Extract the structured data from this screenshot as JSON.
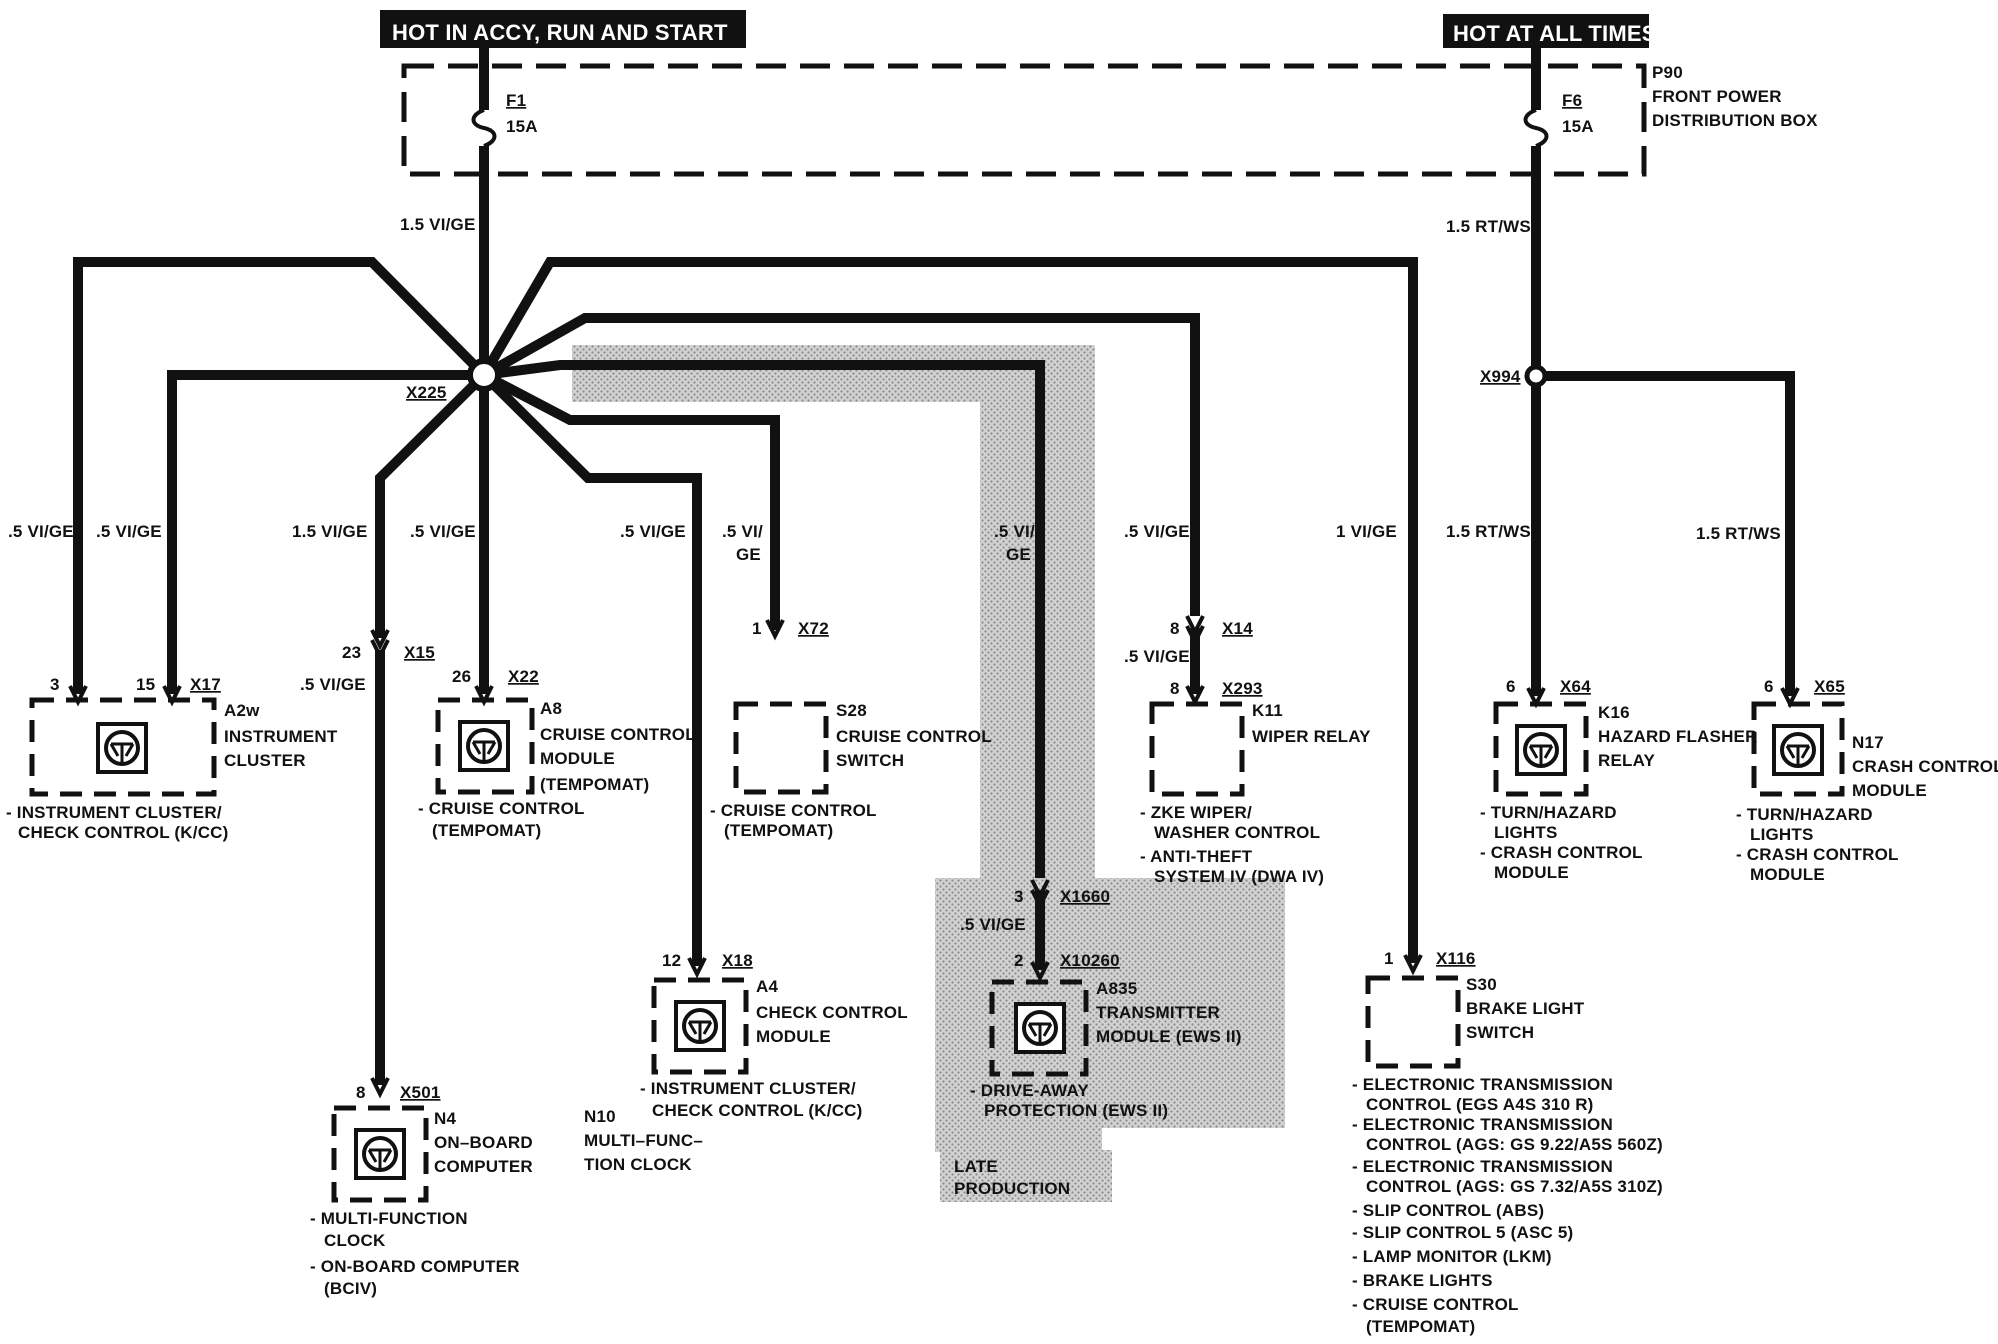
{
  "header": {
    "accy": "HOT IN ACCY, RUN AND START",
    "always": "HOT AT ALL TIMES"
  },
  "fuse_box": {
    "id": "P90",
    "name_line1": "FRONT POWER",
    "name_line2": "DISTRIBUTION BOX",
    "fuse1_id": "F1",
    "fuse1_rating": "15A",
    "fuse6_id": "F6",
    "fuse6_rating": "15A"
  },
  "splices": {
    "left": "X225",
    "right": "X994"
  },
  "wires": {
    "main_left": "1.5 VI/GE",
    "main_right": "1.5 RT/WS",
    "b1": ".5 VI/GE",
    "b2": ".5 VI/GE",
    "b3": "1.5 VI/GE",
    "b4": ".5 VI/GE",
    "b5": ".5 VI/GE",
    "b6_line1": ".5 VI/",
    "b6_line2": "GE",
    "b7_line1": ".5 VI/",
    "b7_line2": "GE",
    "b8": ".5 VI/GE",
    "b9": "1 VI/GE",
    "r1": "1.5 RT/WS",
    "r2": "1.5 RT/WS",
    "x15_below": ".5 VI/GE",
    "x14_below": ".5 VI/GE",
    "x1660_below": ".5 VI/GE"
  },
  "components": {
    "a2w": {
      "pin_a": "3",
      "pin_b": "15",
      "connector": "X17",
      "id": "A2w",
      "line1": "INSTRUMENT",
      "line2": "CLUSTER",
      "note1": "- INSTRUMENT CLUSTER/",
      "note2": "CHECK CONTROL (K/CC)"
    },
    "n4": {
      "pin_inline": "23",
      "conn_inline": "X15",
      "pin": "8",
      "connector": "X501",
      "id": "N4",
      "line1": "ON–BOARD",
      "line2": "COMPUTER",
      "note1": "- MULTI-FUNCTION",
      "note2": "CLOCK",
      "note3": "- ON-BOARD COMPUTER",
      "note4": "(BCIV)"
    },
    "a8": {
      "pin": "26",
      "connector": "X22",
      "id": "A8",
      "line1": "CRUISE CONTROL",
      "line2": "MODULE",
      "line3": "(TEMPOMAT)",
      "note1": "- CRUISE CONTROL",
      "note2": "(TEMPOMAT)"
    },
    "n10": {
      "id": "N10",
      "line1": "MULTI–FUNC–",
      "line2": "TION CLOCK"
    },
    "a4": {
      "pin": "12",
      "connector": "X18",
      "id": "A4",
      "line1": "CHECK CONTROL",
      "line2": "MODULE",
      "note1": "- INSTRUMENT CLUSTER/",
      "note2": "CHECK CONTROL (K/CC)"
    },
    "s28": {
      "pin": "1",
      "connector": "X72",
      "id": "S28",
      "line1": "CRUISE CONTROL",
      "line2": "SWITCH",
      "note1": "- CRUISE CONTROL",
      "note2": "(TEMPOMAT)"
    },
    "a835": {
      "pin_inline": "3",
      "conn_inline": "X1660",
      "pin": "2",
      "connector": "X10260",
      "id": "A835",
      "line1": "TRANSMITTER",
      "line2": "MODULE (EWS II)",
      "note1": "- DRIVE-AWAY",
      "note2": "PROTECTION (EWS II)",
      "late1": "LATE",
      "late2": "PRODUCTION"
    },
    "k11": {
      "pin_inline": "8",
      "conn_inline": "X14",
      "pin": "8",
      "connector": "X293",
      "id": "K11",
      "line1": "WIPER RELAY",
      "note1": "- ZKE WIPER/",
      "note2": "WASHER CONTROL",
      "note3": "- ANTI-THEFT",
      "note4": "SYSTEM IV (DWA IV)"
    },
    "s30": {
      "pin": "1",
      "connector": "X116",
      "id": "S30",
      "line1": "BRAKE LIGHT",
      "line2": "SWITCH",
      "notes": [
        "- ELECTRONIC TRANSMISSION",
        "CONTROL (EGS A4S 310 R)",
        "- ELECTRONIC TRANSMISSION",
        "CONTROL (AGS: GS 9.22/A5S 560Z)",
        "- ELECTRONIC TRANSMISSION",
        "CONTROL (AGS: GS 7.32/A5S 310Z)",
        "- SLIP CONTROL (ABS)",
        "- SLIP CONTROL 5 (ASC 5)",
        "- LAMP MONITOR (LKM)",
        "- BRAKE LIGHTS",
        "- CRUISE CONTROL",
        "(TEMPOMAT)"
      ]
    },
    "k16": {
      "pin": "6",
      "connector": "X64",
      "id": "K16",
      "line1": "HAZARD FLASHER",
      "line2": "RELAY",
      "note1": "- TURN/HAZARD",
      "note2": "LIGHTS",
      "note3": "- CRASH CONTROL",
      "note4": "MODULE"
    },
    "n17": {
      "pin": "6",
      "connector": "X65",
      "id": "N17",
      "line1": "CRASH CONTROL",
      "line2": "MODULE",
      "note1": "- TURN/HAZARD",
      "note2": "LIGHTS",
      "note3": "- CRASH CONTROL",
      "note4": "MODULE"
    }
  }
}
